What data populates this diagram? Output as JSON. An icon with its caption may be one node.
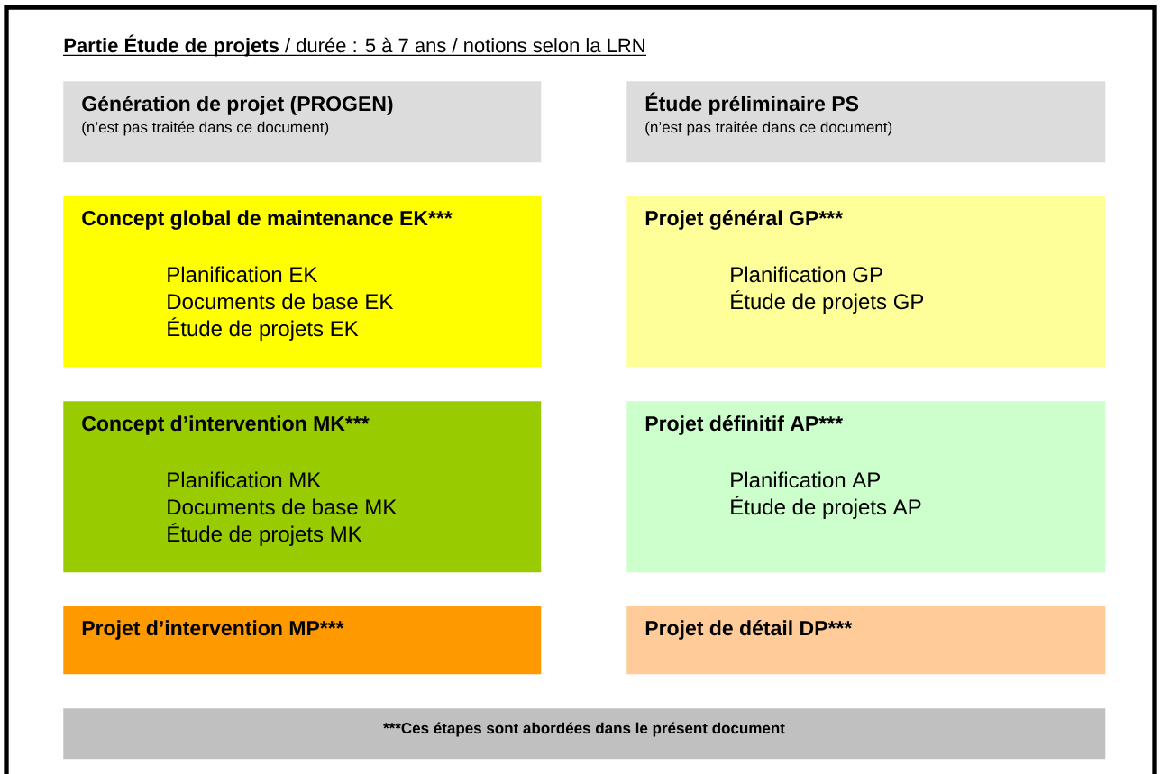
{
  "diagram": {
    "title": "**Partie Étude de projets** / durée : 5 à 7 ans / notions selon la LRN",
    "nodes": [
      {
        "text": [
          "Génération de projet (PROGEN)",
          "(n’est pas traitée dans ce document)"
        ]
      },
      {
        "text": [
          "Étude préliminaire PS",
          "(n’est pas traitée dans ce document)"
        ]
      },
      {
        "text": [
          "Concept global de maintenance EK***",
          "Planification EK",
          "Documents de base EK",
          "Étude de projets EK"
        ]
      },
      {
        "text": [
          "Projet général GP***",
          "Planification GP",
          "Étude de projets GP"
        ]
      },
      {
        "text": [
          "Concept d’intervention MK***",
          "Planification MK",
          "Documents de base MK",
          "Étude de projets MK"
        ]
      },
      {
        "text": [
          "Projet définitif AP***",
          "Planification AP",
          "Étude de projets AP"
        ]
      },
      {
        "text": [
          "Projet d’intervention MP***"
        ]
      },
      {
        "text": [
          "Projet de détail DP***"
        ]
      },
      {
        "text": [
          "***Ces étapes sont abordées dans le présent document"
        ]
      }
    ],
    "edges": []
  }
}
